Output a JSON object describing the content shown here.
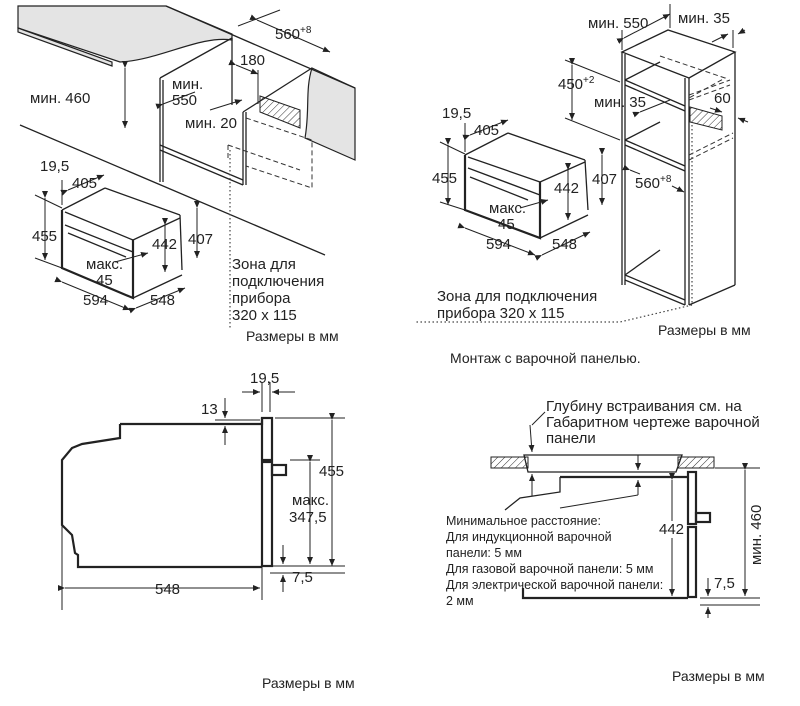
{
  "units_caption": "Размеры в мм",
  "panel_top_left": {
    "dims": {
      "min_460": "мин. 460",
      "min_550_line1": "мин.",
      "min_550_line2": "550",
      "d180": "180",
      "d560": "560",
      "d560_tol": "+8",
      "min_20": "мин. 20",
      "d19_5": "19,5",
      "d405": "405",
      "d455": "455",
      "d442": "442",
      "d407": "407",
      "max_line1": "макс.",
      "max_line2": "45",
      "d594": "594",
      "d548": "548"
    },
    "zone_note": [
      "Зона для",
      "подключения",
      "прибора",
      "320 x 115"
    ],
    "caption": "Размеры в мм"
  },
  "panel_top_right": {
    "dims": {
      "min_550": "мин. 550",
      "min_35_top": "мин. 35",
      "d450": "450",
      "d450_tol": "+2",
      "min_35_mid": "мин. 35",
      "d60": "60",
      "d19_5": "19,5",
      "d405": "405",
      "d455": "455",
      "d442": "442",
      "d407": "407",
      "max_line1": "макс.",
      "max_line2": "45",
      "d560": "560",
      "d560_tol": "+8",
      "d594": "594",
      "d548": "548"
    },
    "zone_note": [
      "Зона для подключения",
      "прибора 320 x 115"
    ],
    "caption": "Размеры в мм",
    "section_title": "Монтаж с варочной панелью."
  },
  "panel_bottom_left": {
    "dims": {
      "d19_5": "19,5",
      "d13": "13",
      "d455": "455",
      "max_line1": "макс.",
      "max_line2": "347,5",
      "d7_5": "7,5",
      "d548": "548"
    },
    "caption": "Размеры в мм"
  },
  "panel_bottom_right": {
    "hob_note": [
      "Глубину встраивания см. на",
      "Габаритном чертеже варочной",
      "панели"
    ],
    "distance_note": [
      "Минимальное расстояние:",
      "Для индукционной варочной",
      "панели: 5 мм",
      "Для газовой варочной панели: 5 мм",
      "Для электрической варочной панели:",
      "2 мм"
    ],
    "dims": {
      "d442": "442",
      "min_460": "мин. 460",
      "d7_5": "7,5"
    },
    "caption": "Размеры в мм"
  }
}
